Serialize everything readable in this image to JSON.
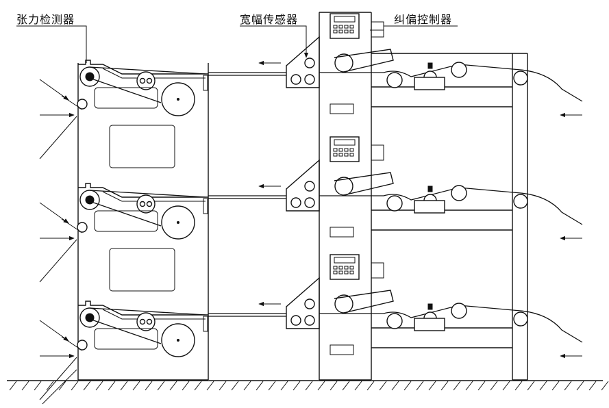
{
  "labels": {
    "tension_detector": "张力检测器",
    "width_sensor": "宽幅传感器",
    "deviation_controller": "纠偏控制器"
  },
  "colors": {
    "line": "#111111",
    "background": "#ffffff"
  },
  "stations": [
    {
      "id": "top"
    },
    {
      "id": "middle"
    },
    {
      "id": "bottom"
    }
  ]
}
